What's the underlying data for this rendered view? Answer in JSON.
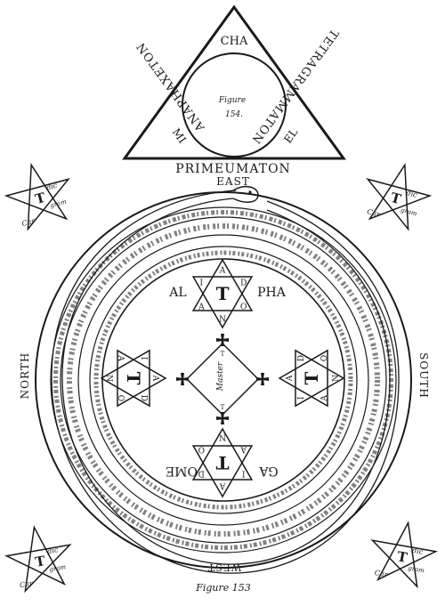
{
  "triangle": {
    "left_side": "ANAPHAXETON",
    "right_side": "TETRAGRAMMATON",
    "bottom_side": "PRIMEUMATON",
    "corner_top": "CHA",
    "corner_left": "MI",
    "corner_right": "EL",
    "figure_label": "Figure",
    "figure_number": "154."
  },
  "directions": {
    "east": "EAST",
    "west": "WEST",
    "north": "NORTH",
    "south": "SOUTH"
  },
  "center": {
    "master": "Master",
    "alpha_left": "AL",
    "alpha_right": "PHA",
    "omega_left": "OME",
    "omega_right": "GA",
    "tau": "T"
  },
  "hexagram_letters": {
    "top": [
      "A",
      "D",
      "O",
      "N",
      "A",
      "I"
    ],
    "left": [
      "A",
      "D",
      "O",
      "N",
      "A",
      "I"
    ],
    "right": [
      "A",
      "D",
      "O",
      "N",
      "A",
      "I"
    ],
    "bottom": [
      "A",
      "D",
      "O",
      "N",
      "A",
      "I"
    ]
  },
  "pentagram_words": [
    "Car",
    "dic",
    "gram",
    "T"
  ],
  "caption": "Figure 153",
  "colors": {
    "ink": "#1a1a1a",
    "paper": "#ffffff"
  }
}
